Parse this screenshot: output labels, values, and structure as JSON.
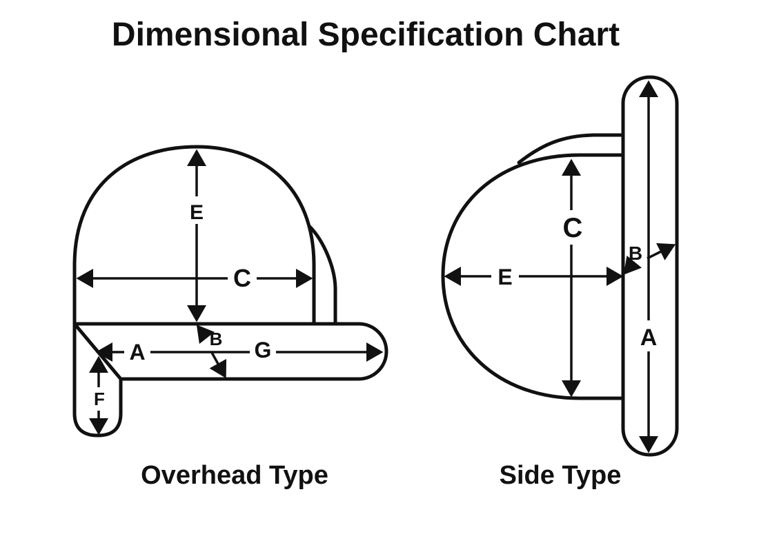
{
  "title": "Dimensional Specification Chart",
  "overhead": {
    "caption": "Overhead Type",
    "labels": {
      "E": "E",
      "C": "C",
      "B": "B",
      "A": "A",
      "G": "G",
      "F": "F"
    }
  },
  "side": {
    "caption": "Side Type",
    "labels": {
      "C": "C",
      "E": "E",
      "B": "B",
      "A": "A"
    }
  },
  "colors": {
    "ink": "#111111",
    "background": "#ffffff"
  }
}
